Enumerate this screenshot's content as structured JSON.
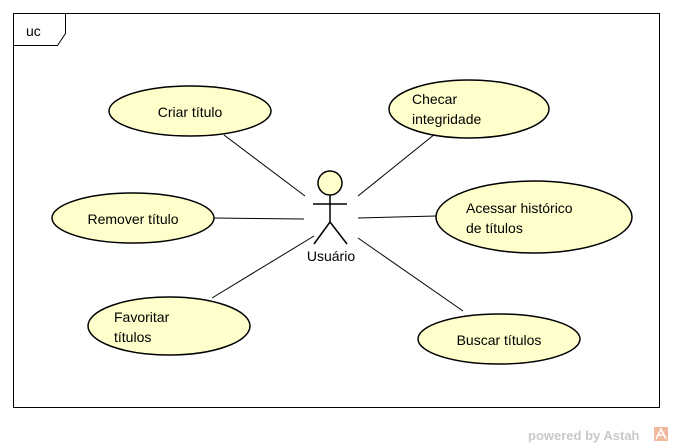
{
  "diagram": {
    "frame_label": "uc",
    "actor": {
      "name": "Usuário"
    },
    "use_cases": [
      {
        "id": "criar",
        "lines": [
          "Criar título"
        ]
      },
      {
        "id": "checar",
        "lines": [
          "Checar",
          "integridade"
        ]
      },
      {
        "id": "remover",
        "lines": [
          "Remover título"
        ]
      },
      {
        "id": "acessar",
        "lines": [
          "Acessar histórico",
          "de títulos"
        ]
      },
      {
        "id": "favoritar",
        "lines": [
          "Favoritar",
          "títulos"
        ]
      },
      {
        "id": "buscar",
        "lines": [
          "Buscar títulos"
        ]
      }
    ],
    "colors": {
      "use_case_fill": "#ffffcc",
      "stroke": "#000000",
      "frame_stroke": "#000000"
    }
  },
  "watermark": {
    "prefix": "powered by ",
    "brand": "Astah"
  }
}
